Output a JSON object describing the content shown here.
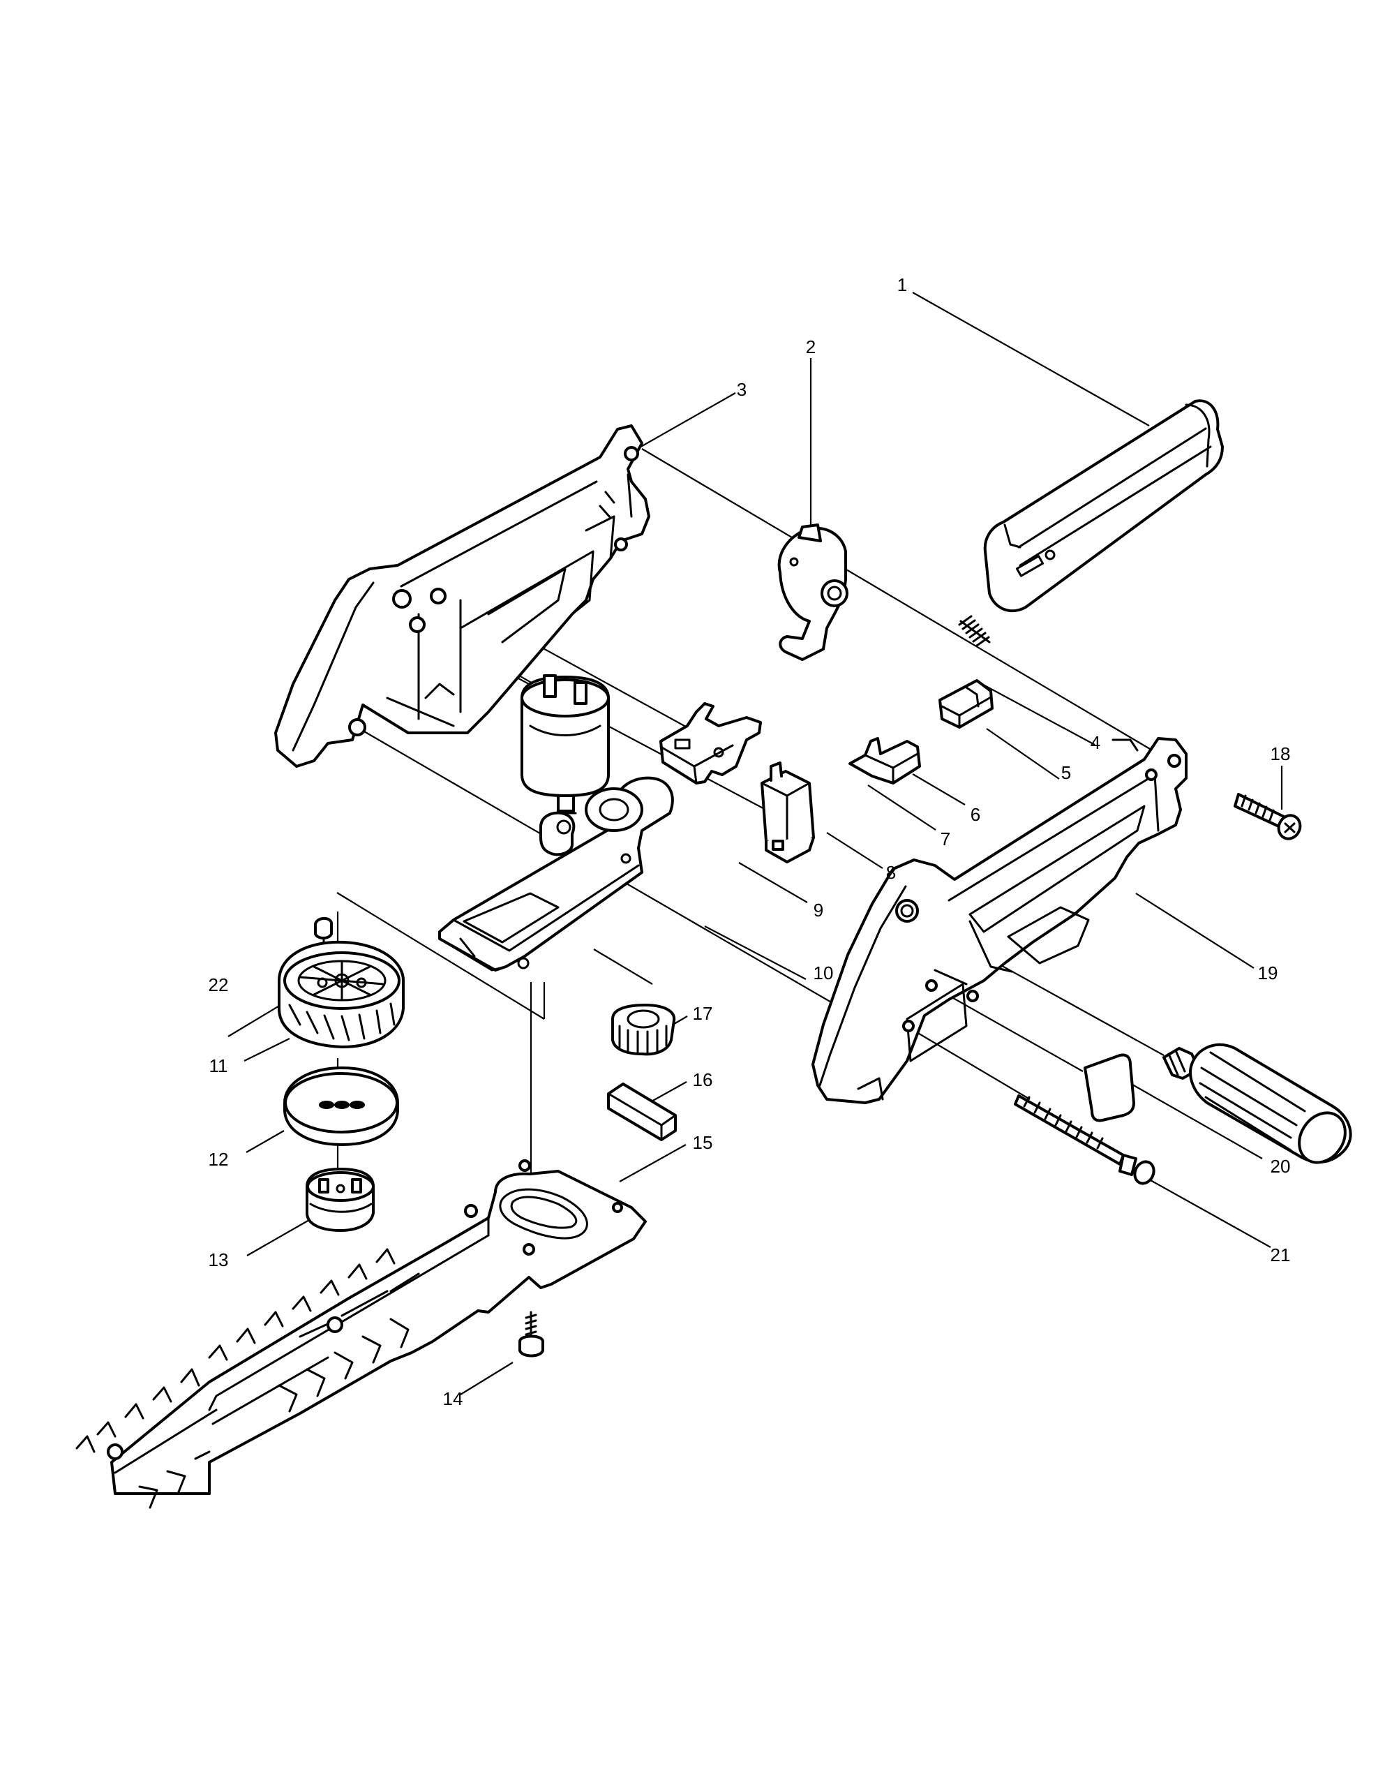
{
  "parts": [
    {
      "id": "part-1",
      "number": "1"
    },
    {
      "id": "part-2",
      "number": "2"
    },
    {
      "id": "part-3",
      "number": "3"
    },
    {
      "id": "part-4",
      "number": "4"
    },
    {
      "id": "part-5",
      "number": "5"
    },
    {
      "id": "part-6",
      "number": "6"
    },
    {
      "id": "part-7",
      "number": "7"
    },
    {
      "id": "part-8",
      "number": "8"
    },
    {
      "id": "part-9",
      "number": "9"
    },
    {
      "id": "part-10",
      "number": "10"
    },
    {
      "id": "part-11",
      "number": "11"
    },
    {
      "id": "part-12",
      "number": "12"
    },
    {
      "id": "part-13",
      "number": "13"
    },
    {
      "id": "part-14",
      "number": "14"
    },
    {
      "id": "part-15",
      "number": "15"
    },
    {
      "id": "part-16",
      "number": "16"
    },
    {
      "id": "part-17",
      "number": "17"
    },
    {
      "id": "part-18",
      "number": "18"
    },
    {
      "id": "part-19",
      "number": "19"
    },
    {
      "id": "part-20",
      "number": "20"
    },
    {
      "id": "part-21",
      "number": "21"
    },
    {
      "id": "part-22",
      "number": "22"
    }
  ]
}
